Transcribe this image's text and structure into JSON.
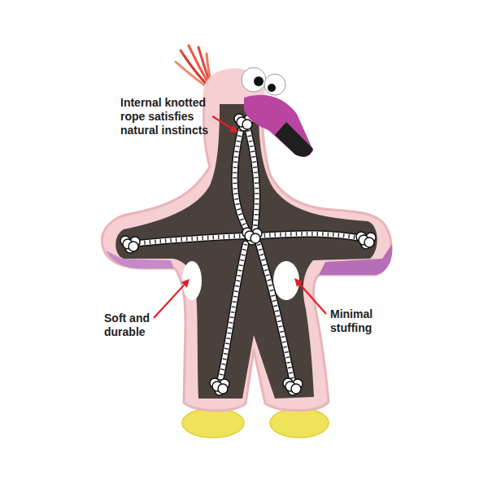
{
  "diagram": {
    "labels": [
      "Internal knotted rope satisfies natural instincts",
      "Soft and durable",
      "Minimal stuffing"
    ]
  }
}
